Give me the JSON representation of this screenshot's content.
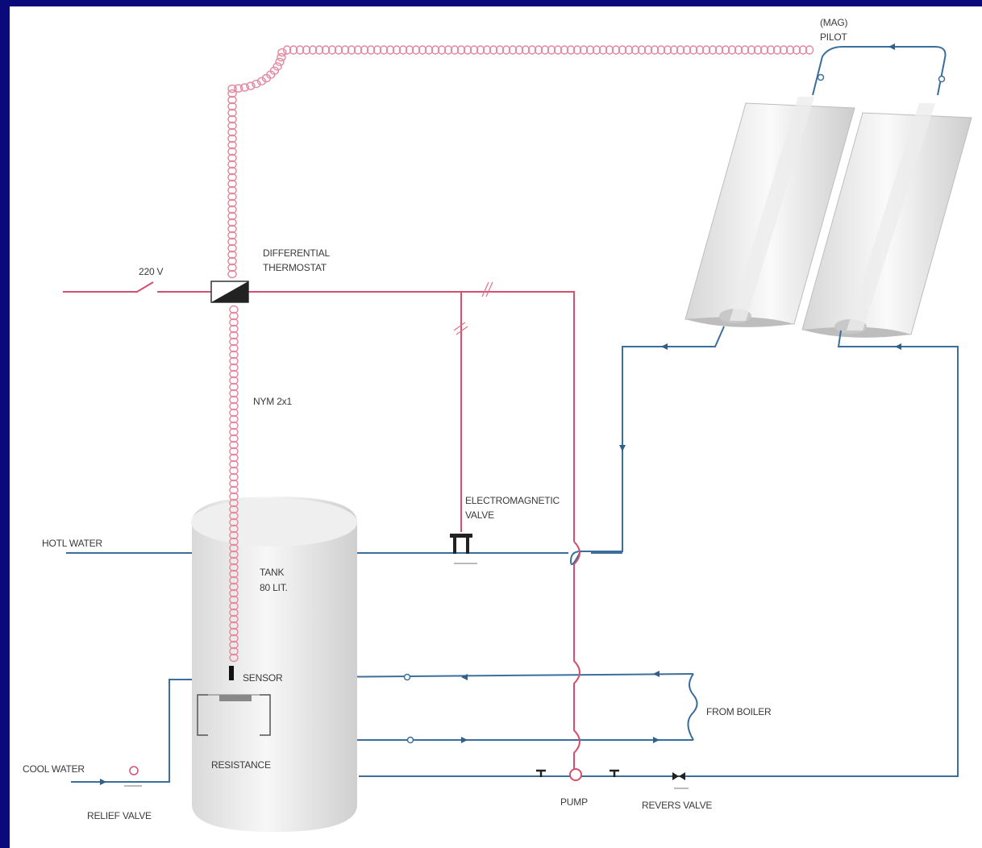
{
  "labels": {
    "pilot_line1": "(MAG)",
    "pilot_line2": "PILOT",
    "voltage": "220 V",
    "thermostat_line1": "DIFFERENTIAL",
    "thermostat_line2": "THERMOSTAT",
    "cable": "NYM 2x1",
    "valve_line1": "ELECTROMAGNETIC",
    "valve_line2": "VALVE",
    "hot_water": "HOTL WATER",
    "tank_line1": "TANK",
    "tank_line2": "80 LIT.",
    "sensor": "SENSOR",
    "resistance": "RESISTANCE",
    "from_boiler": "FROM BOILER",
    "cool_water": "COOL WATER",
    "relief_valve": "RELIEF VALVE",
    "pump": "PUMP",
    "revers_valve": "REVERS VALVE"
  },
  "colors": {
    "background": "#0a0a7a",
    "electric_line": "#d4506c",
    "water_line": "#3b6e9a",
    "tank": "#e6e6e6"
  }
}
